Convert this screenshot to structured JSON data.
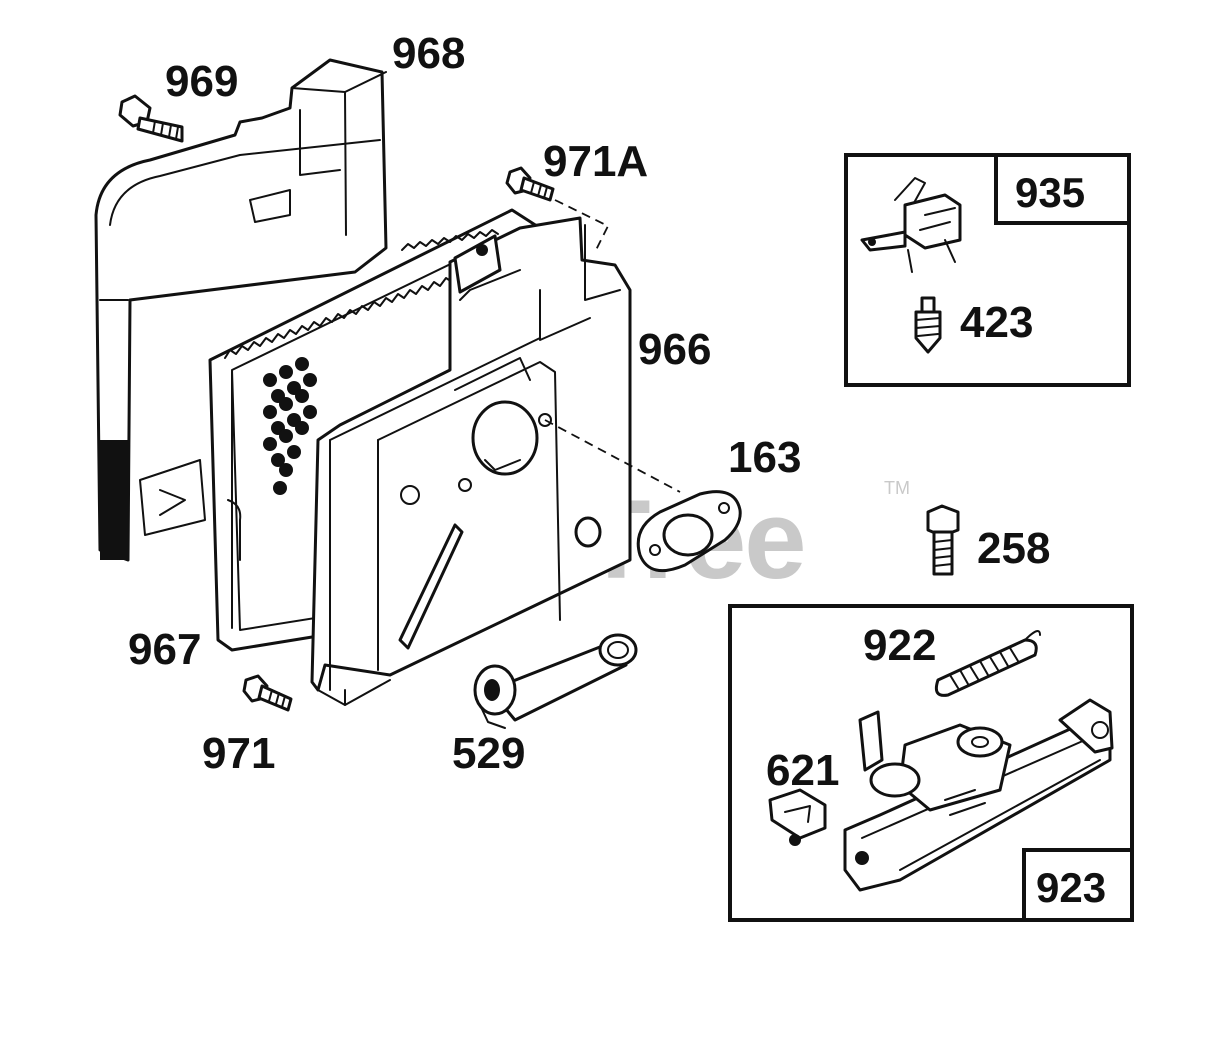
{
  "diagram": {
    "watermark": "PartsTree",
    "watermark_tm": "TM",
    "parts": {
      "p968": "968",
      "p969": "969",
      "p971A": "971A",
      "p966": "966",
      "p163": "163",
      "p967": "967",
      "p971": "971",
      "p529": "529",
      "p258": "258",
      "p922": "922",
      "p621": "621",
      "p423": "423"
    },
    "kits": {
      "k935": "935",
      "k923": "923"
    }
  }
}
